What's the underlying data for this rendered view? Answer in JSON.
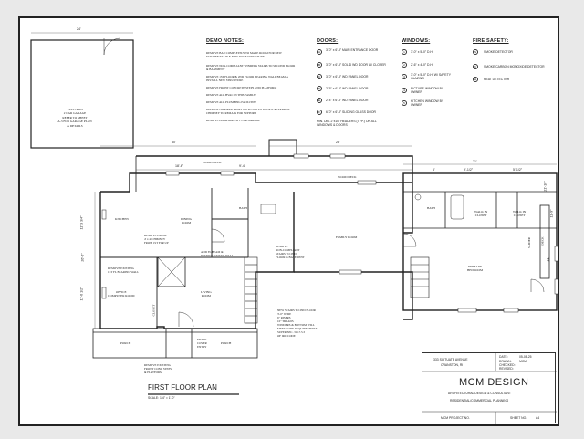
{
  "sheet_title": "FIRST FLOOR PLAN",
  "sheet_scale": "SCALE: 1/4\" = 1'-0\"",
  "demo_notes": {
    "header": "DEMO NOTES:",
    "items": [
      "REMOVE BAR COMPLETELY TO MAKE ROOM FOR NEW KITCHEN/STAIR & NEW ROOF STRUCTURE",
      "REMOVE NON-COMPLIANT WINDERS STAIRS TO SECOND FLOOR & BASEMENT",
      "REMOVE 1ST FLOOR & 2ND FLOOR BEARING WALL BEAM & INSTALL NEW STRUCTURE",
      "REMOVE FRONT CONCRETE STEPS AND PLATFORM",
      "REMOVE ALL HVAC IN THIS FAMILY",
      "REMOVE ALL PLUMBING FACILITIES",
      "REMOVE CHIMNEY FROM 1ST FLOOR TO ROOF & BASEMENT CHIMNEY TO REMAIN FOR SUPPORT",
      "REMOVE DILAPIDATED 1 CAR GARAGE"
    ]
  },
  "doors": {
    "header": "DOORS:",
    "items": [
      {
        "tag": "A",
        "text": "3'-0\" x 6'-8\" MAIN ENTRANCE DOOR"
      },
      {
        "tag": "B",
        "text": "3'-0\" x 6'-8\" SOLID WD DOOR W/ CLOSER"
      },
      {
        "tag": "C",
        "text": "3'-0\" x 6'-8\" WD PANEL DOOR"
      },
      {
        "tag": "D",
        "text": "2'-6\" x 6'-8\" WD PANEL DOOR"
      },
      {
        "tag": "E",
        "text": "2'-4\" x 6'-8\" WD PANEL DOOR"
      },
      {
        "tag": "F",
        "text": "6'-0\" x 6'-8\" SLIDING GLASS DOOR"
      }
    ],
    "footnote": "MIN. DBL 2\"x10\" HEADERS (TYP.) ON ALL WINDOWS & DOORS"
  },
  "windows": {
    "header": "WINDOWS:",
    "items": [
      {
        "tag": "1",
        "text": "3'-0\" x 5'-0\" D.H."
      },
      {
        "tag": "2",
        "text": "2'-6\" x 4'-0\" D.H."
      },
      {
        "tag": "3",
        "text": "3'-0\" x 5'-0\" D.H. W/ SAFETY GLAZING"
      },
      {
        "tag": "4",
        "text": "PICTURE WINDOW BY OWNER"
      },
      {
        "tag": "5",
        "text": "KITCHEN WINDOW BY OWNER"
      }
    ]
  },
  "fire_safety": {
    "header": "FIRE SAFETY:",
    "items": [
      {
        "tag": "S",
        "text": "SMOKE DETECTOR"
      },
      {
        "tag": "C",
        "text": "SMOKE/CARBON MONOXIDE DETECTOR"
      },
      {
        "tag": "H",
        "text": "HEAT DETECTOR"
      }
    ]
  },
  "rooms": {
    "garage": [
      "ATTACHED",
      "2 CAR GARAGE",
      "REFER TO SHEET",
      "A-3 FOR GARAGE PLAN",
      "& DETAILS"
    ],
    "kitchen": "KITCHEN",
    "dining": [
      "DINING",
      "ROOM"
    ],
    "bath": "BATH",
    "wood_deck_top": "WOOD DECK",
    "wood_deck_right": "WOOD DECK",
    "family": "FAMILY ROOM",
    "office": [
      "OFFICE",
      "COMPUTER ROOM"
    ],
    "living": [
      "LIVING",
      "ROOM"
    ],
    "closet": "CLOSET",
    "porch_left": "PORCH",
    "porch_right": "PORCH",
    "bath2": "BATH",
    "walkin_1": [
      "WALK IN",
      "CLOSET"
    ],
    "walkin_2": [
      "WALK IN",
      "CLOSET"
    ],
    "primary": [
      "PRIMARY",
      "BEDROOM"
    ],
    "deck": "DECK",
    "slider": "SLIDER"
  },
  "annotations": {
    "remove_chimney": [
      "REMOVE LARGE",
      "4' x 4' CHIMNEY",
      "FROM 1ST FLR UP"
    ],
    "remove_bearing": [
      "REMOVE EXISTING",
      "1ST FL BEARING WALL"
    ],
    "add_beam": [
      "ADD FL BEAM &",
      "REMOVE EXIST'G WALL"
    ],
    "remove_stairs": [
      "REMOVE",
      "NON-COMPLIANT",
      "STAIRS TO 2ND",
      "FLOOR & BASEMENT"
    ],
    "new_stairs": [
      "NEW STAIRS TO 2ND FLOOR",
      "3'-0\" WIDE",
      "6\" RISERS",
      "10\" TREADS",
      "WINDERS & BOTTOM WILL",
      "MEET CODE REQUIREMENTS",
      "SUPER SEC. 311.7.5.3",
      "OF IRC CODE"
    ],
    "remove_front": [
      "REMOVE EXISTING",
      "FRONT CONC STEPS",
      "& PLATFORM"
    ],
    "cover_entry": [
      "ENTRY",
      "COVER",
      "ENTRY"
    ]
  },
  "dimensions": {
    "d24": "24'",
    "d30": "30'",
    "d28": "28'",
    "d18_6": "18'-6\"",
    "d9_4": "9'-4\"",
    "d6": "6'",
    "d9_half": "9'-1/2\"",
    "d5_half": "5'-1/2\"",
    "d21": "21'",
    "left_a": "11'-3 3/4\"",
    "left_b": "26'-6\"",
    "left_c": "11'-6 1/2\"",
    "right_a": "21'-10\"",
    "right_b": "11'-9\"",
    "right_c": "21'"
  },
  "title_block": {
    "address_1": "333 SCITUATE AVENUE",
    "address_2": "CRANSTON, RI",
    "date_label": "DATE:",
    "date_value": "05-08-25",
    "drawn_label": "DRAWN:",
    "drawn_value": "MCM",
    "checked_label": "CHECKED:",
    "checked_value": "",
    "revised_label": "REVISED:",
    "revised_value": "",
    "firm": "MCM  DESIGN",
    "tag_1": "ARCHITECTURAL DESIGN & CONSULTANT",
    "tag_2": "RESIDENTIAL/COMMERCIAL PLANNING",
    "project_label": "MCM PROJECT NO.",
    "sheet_label": "SHEET NO.",
    "sheet_value": "A4"
  }
}
